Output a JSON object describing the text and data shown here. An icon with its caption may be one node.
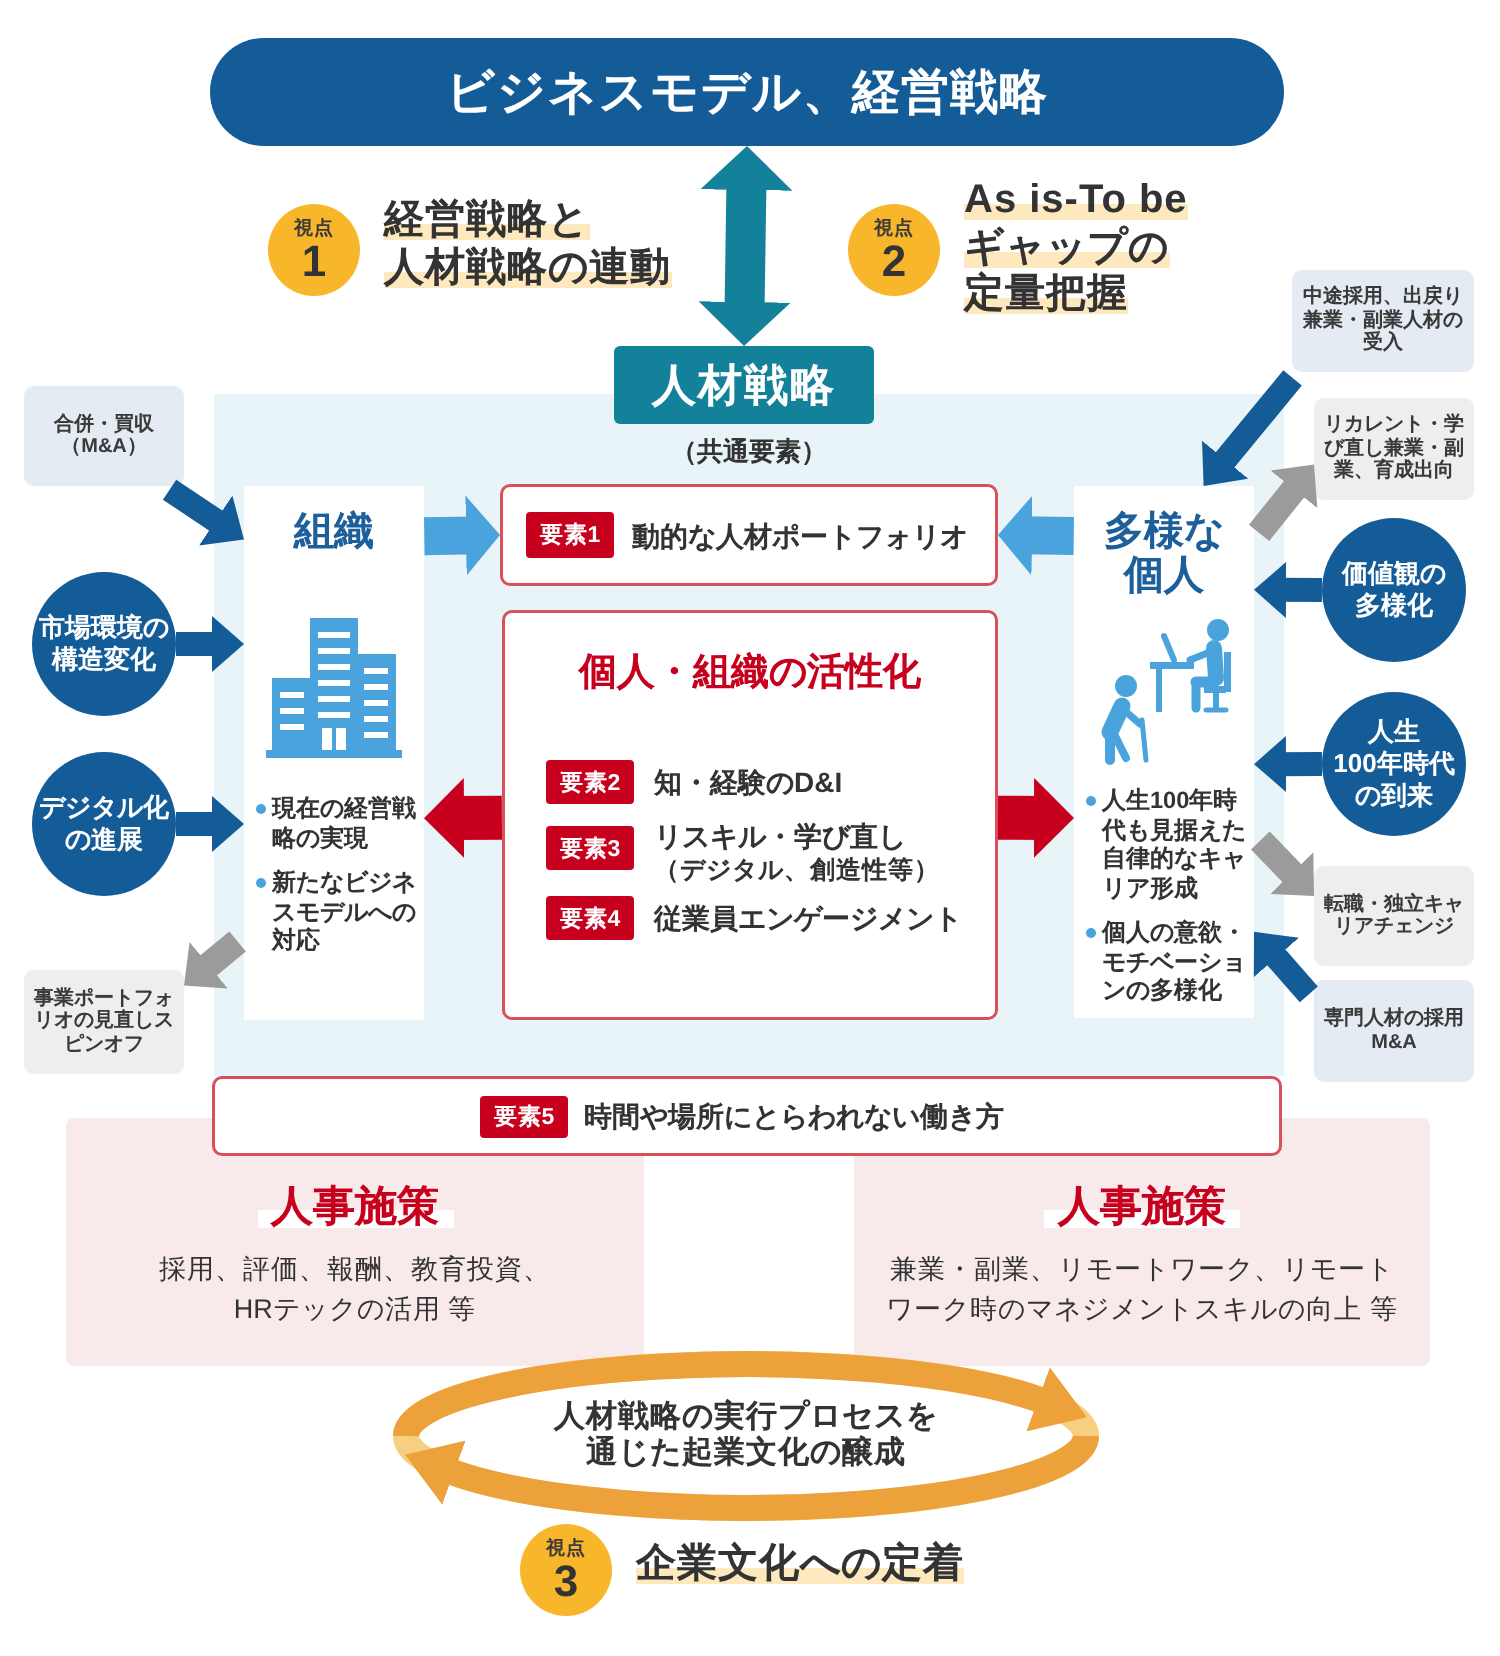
{
  "diagram": {
    "nodes": [
      {
        "text": [
          "ビジネスモデル、経営戦略"
        ]
      },
      {
        "text": [
          "視点",
          "1"
        ],
        "beside": [
          "経営戦略と人材戦略の連動"
        ]
      },
      {
        "text": [
          "視点",
          "2"
        ],
        "beside": [
          "As is-To be ギャップの定量把握"
        ]
      },
      {
        "text": [
          "人材戦略"
        ]
      },
      {
        "text": [
          "中途採用、出戻り兼業・副業人材の受入"
        ]
      },
      {
        "text": [
          "（共通要素）"
        ]
      },
      {
        "text": [
          "合併・買収（M&A）"
        ]
      },
      {
        "text": [
          "組織",
          "現在の経営戦略の実現",
          "新たなビジネスモデルへの対応"
        ],
        "in": 5
      },
      {
        "text": [
          "動的な人材ポートフォリオ"
        ],
        "in": 5
      },
      {
        "text": [
          "要素1"
        ],
        "in": 8
      },
      {
        "text": [
          "多様な個人",
          "人生100年時代も見据えた自律的なキャリア形成",
          "個人の意欲・モチベーションの多様化"
        ],
        "in": 5
      },
      {
        "text": [
          "リカレント・学び直し兼業・副業、育成出向"
        ]
      },
      {
        "text": [
          "市場環境の構造変化"
        ]
      },
      {
        "text": [
          "価値観の多様化"
        ]
      },
      {
        "text": [
          "個人・組織の活性化",
          "知・経験のD&I",
          "リスキル・学び直し",
          "（デジタル、創造性等）",
          "従業員エンゲージメント"
        ],
        "in": 5
      },
      {
        "text": [
          "要素2"
        ],
        "in": 14
      },
      {
        "text": [
          "要素3"
        ],
        "in": 14
      },
      {
        "text": [
          "要素4"
        ],
        "in": 14
      },
      {
        "text": [
          "デジタル化の進展"
        ]
      },
      {
        "text": [
          "人生100年時代の到来"
        ]
      },
      {
        "text": [
          "転職・独立キャリアチェンジ"
        ]
      },
      {
        "text": [
          "事業ポートフォリオの見直しスピンオフ"
        ]
      },
      {
        "text": [
          "専門人材の採用M&A"
        ]
      },
      {
        "text": [
          "時間や場所にとらわれない働き方"
        ]
      },
      {
        "text": [
          "要素5"
        ],
        "in": 23
      },
      {
        "text": [
          "人事施策",
          "採用、評価、報酬、教育投資、HRテックの活用 等"
        ]
      },
      {
        "text": [
          "人事施策",
          "兼業・副業、リモートワーク、リモートワーク時のマネジメントスキルの向上 等"
        ]
      },
      {
        "text": [
          "人材戦略の実行プロセスを通じた起業文化の醸成"
        ]
      },
      {
        "text": [
          "視点",
          "3"
        ],
        "beside": [
          "企業文化への定着"
        ]
      }
    ],
    "edges": [
      {
        "from": 0,
        "to": 3,
        "arrow": "both",
        "color": "#14819b"
      },
      {
        "from": 6,
        "to": 7,
        "arrow": "to"
      },
      {
        "from": 4,
        "to": 10,
        "arrow": "to"
      },
      {
        "from": 7,
        "to": 8,
        "arrow": "to",
        "color": "#4aa3dc"
      },
      {
        "from": 10,
        "to": 8,
        "arrow": "to",
        "color": "#4aa3dc"
      },
      {
        "from": 10,
        "to": 11,
        "arrow": "to",
        "color": "#9b9b9b"
      },
      {
        "from": 12,
        "to": 7,
        "arrow": "to"
      },
      {
        "from": 13,
        "to": 10,
        "arrow": "to"
      },
      {
        "from": 14,
        "to": 7,
        "arrow": "to",
        "color": "#c7001e"
      },
      {
        "from": 14,
        "to": 10,
        "arrow": "to",
        "color": "#c7001e"
      },
      {
        "from": 18,
        "to": 7,
        "arrow": "to"
      },
      {
        "from": 19,
        "to": 10,
        "arrow": "to"
      },
      {
        "from": 10,
        "to": 20,
        "arrow": "to",
        "color": "#9b9b9b"
      },
      {
        "from": 7,
        "to": 21,
        "arrow": "to",
        "color": "#9b9b9b"
      },
      {
        "from": 22,
        "to": 10,
        "arrow": "to"
      }
    ]
  }
}
